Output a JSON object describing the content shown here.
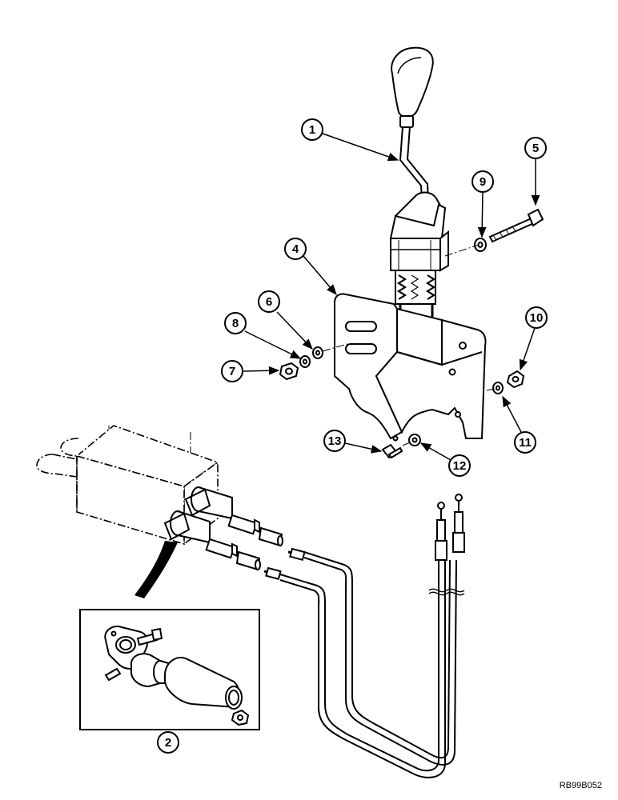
{
  "drawing": {
    "reference_code": "RB99B052"
  },
  "callouts": [
    {
      "id": "c1",
      "label": "1"
    },
    {
      "id": "c2",
      "label": "2"
    },
    {
      "id": "c4",
      "label": "4"
    },
    {
      "id": "c5",
      "label": "5"
    },
    {
      "id": "c6",
      "label": "6"
    },
    {
      "id": "c7",
      "label": "7"
    },
    {
      "id": "c8",
      "label": "8"
    },
    {
      "id": "c9",
      "label": "9"
    },
    {
      "id": "c10",
      "label": "10"
    },
    {
      "id": "c11",
      "label": "11"
    },
    {
      "id": "c12",
      "label": "12"
    },
    {
      "id": "c13",
      "label": "13"
    }
  ]
}
